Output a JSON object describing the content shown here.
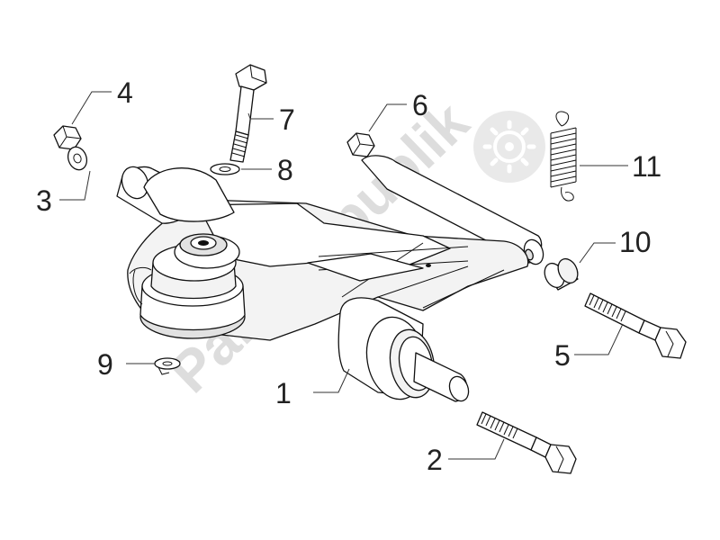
{
  "watermark": {
    "text": "PartsRepublik",
    "icon": "gear-icon"
  },
  "callouts": [
    {
      "id": "1",
      "label": "1"
    },
    {
      "id": "2",
      "label": "2"
    },
    {
      "id": "3",
      "label": "3"
    },
    {
      "id": "4",
      "label": "4"
    },
    {
      "id": "5",
      "label": "5"
    },
    {
      "id": "6",
      "label": "6"
    },
    {
      "id": "7",
      "label": "7"
    },
    {
      "id": "8",
      "label": "8"
    },
    {
      "id": "9",
      "label": "9"
    },
    {
      "id": "10",
      "label": "10"
    },
    {
      "id": "11",
      "label": "11"
    }
  ],
  "colors": {
    "line": "#111111",
    "watermark": "#d8d8d8",
    "text": "#222222"
  }
}
